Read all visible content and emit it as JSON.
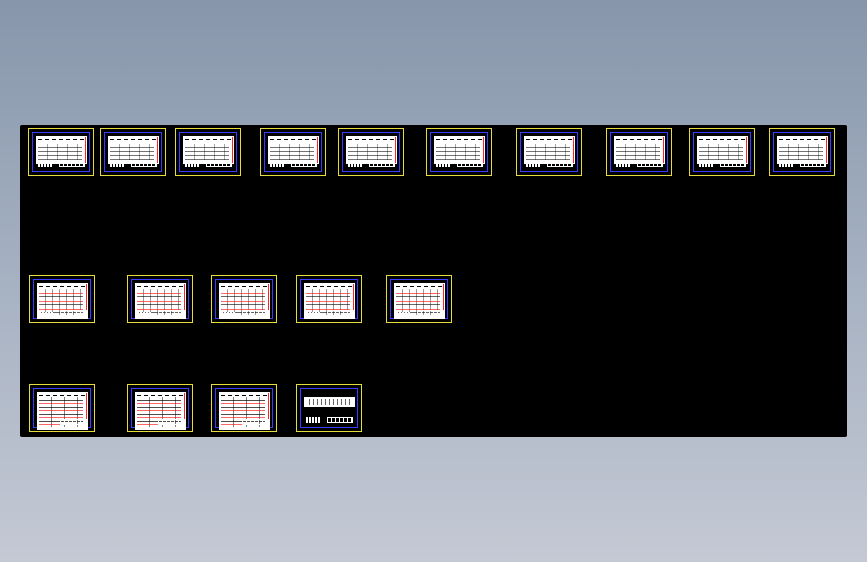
{
  "viewer": {
    "background": "#8796ab",
    "canvas_color": "#000000",
    "sheet_frame_color": "#e6dd3a",
    "sheet_border_color": "#3c3cff",
    "accent_line_color": "#ff2020"
  },
  "drawing_sheets": {
    "row_1": [
      {
        "id": "sheet-1",
        "style": "s1"
      },
      {
        "id": "sheet-2",
        "style": "s1"
      },
      {
        "id": "sheet-3",
        "style": "s1"
      },
      {
        "id": "sheet-4",
        "style": "s1"
      },
      {
        "id": "sheet-5",
        "style": "s1"
      },
      {
        "id": "sheet-6",
        "style": "s1"
      },
      {
        "id": "sheet-7",
        "style": "s1"
      },
      {
        "id": "sheet-8",
        "style": "s1"
      },
      {
        "id": "sheet-9",
        "style": "s1"
      },
      {
        "id": "sheet-10",
        "style": "s1"
      }
    ],
    "row_2": [
      {
        "id": "sheet-11",
        "style": "s2"
      },
      {
        "id": "sheet-12",
        "style": "s2"
      },
      {
        "id": "sheet-13",
        "style": "s2"
      },
      {
        "id": "sheet-14",
        "style": "s2"
      },
      {
        "id": "sheet-15",
        "style": "s2"
      }
    ],
    "row_3": [
      {
        "id": "sheet-16",
        "style": "s3"
      },
      {
        "id": "sheet-17",
        "style": "s3"
      },
      {
        "id": "sheet-18",
        "style": "s3"
      },
      {
        "id": "sheet-19",
        "style": "s4"
      }
    ]
  }
}
